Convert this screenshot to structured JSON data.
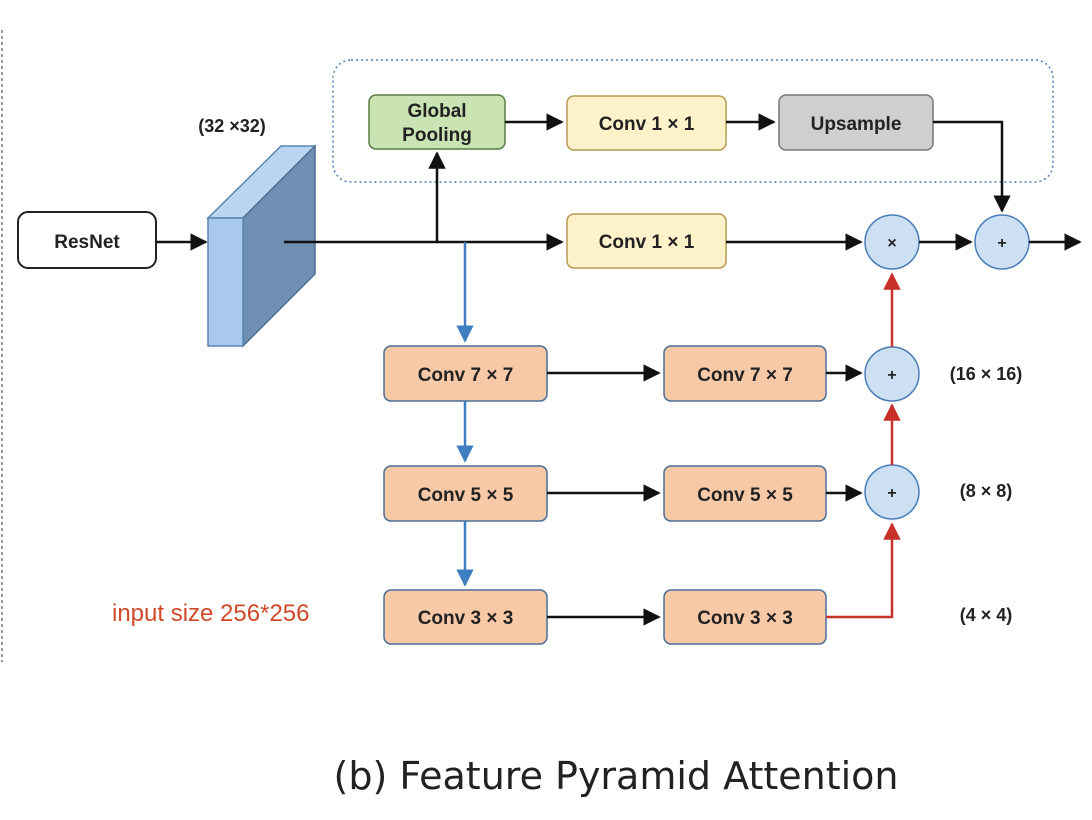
{
  "diagram": {
    "input_label": "ResNet",
    "feature_size": "(32 ×32)",
    "global_branch": {
      "pooling_line1": "Global",
      "pooling_line2": "Pooling",
      "conv": "Conv 1 × 1",
      "upsample": "Upsample"
    },
    "main_conv": "Conv 1 × 1",
    "pyramid_down": [
      "Conv 7 × 7",
      "Conv 5 × 5",
      "Conv 3 × 3"
    ],
    "pyramid_right": [
      "Conv 7 × 7",
      "Conv 5 × 5",
      "Conv 3 × 3"
    ],
    "sizes": [
      "(16 × 16)",
      "(8 × 8)",
      "(4 × 4)"
    ],
    "ops": {
      "multiply": "×",
      "add": "+"
    },
    "note": "input size 256*256",
    "caption": "(b) Feature Pyramid Attention",
    "colors": {
      "pooling": "#c9e3b3",
      "conv_1x1": "#fdf2c9",
      "upsample": "#cfcfcf",
      "pyramid": "#f7c9a7",
      "op_circle": "#cde0f3",
      "feature_face": "#a8c9ec",
      "feature_side": "#6e8fb1",
      "arrow_main": "#111111",
      "arrow_down": "#3d7fc1",
      "arrow_up": "#c8302a",
      "note_text": "#d04a2a"
    }
  }
}
